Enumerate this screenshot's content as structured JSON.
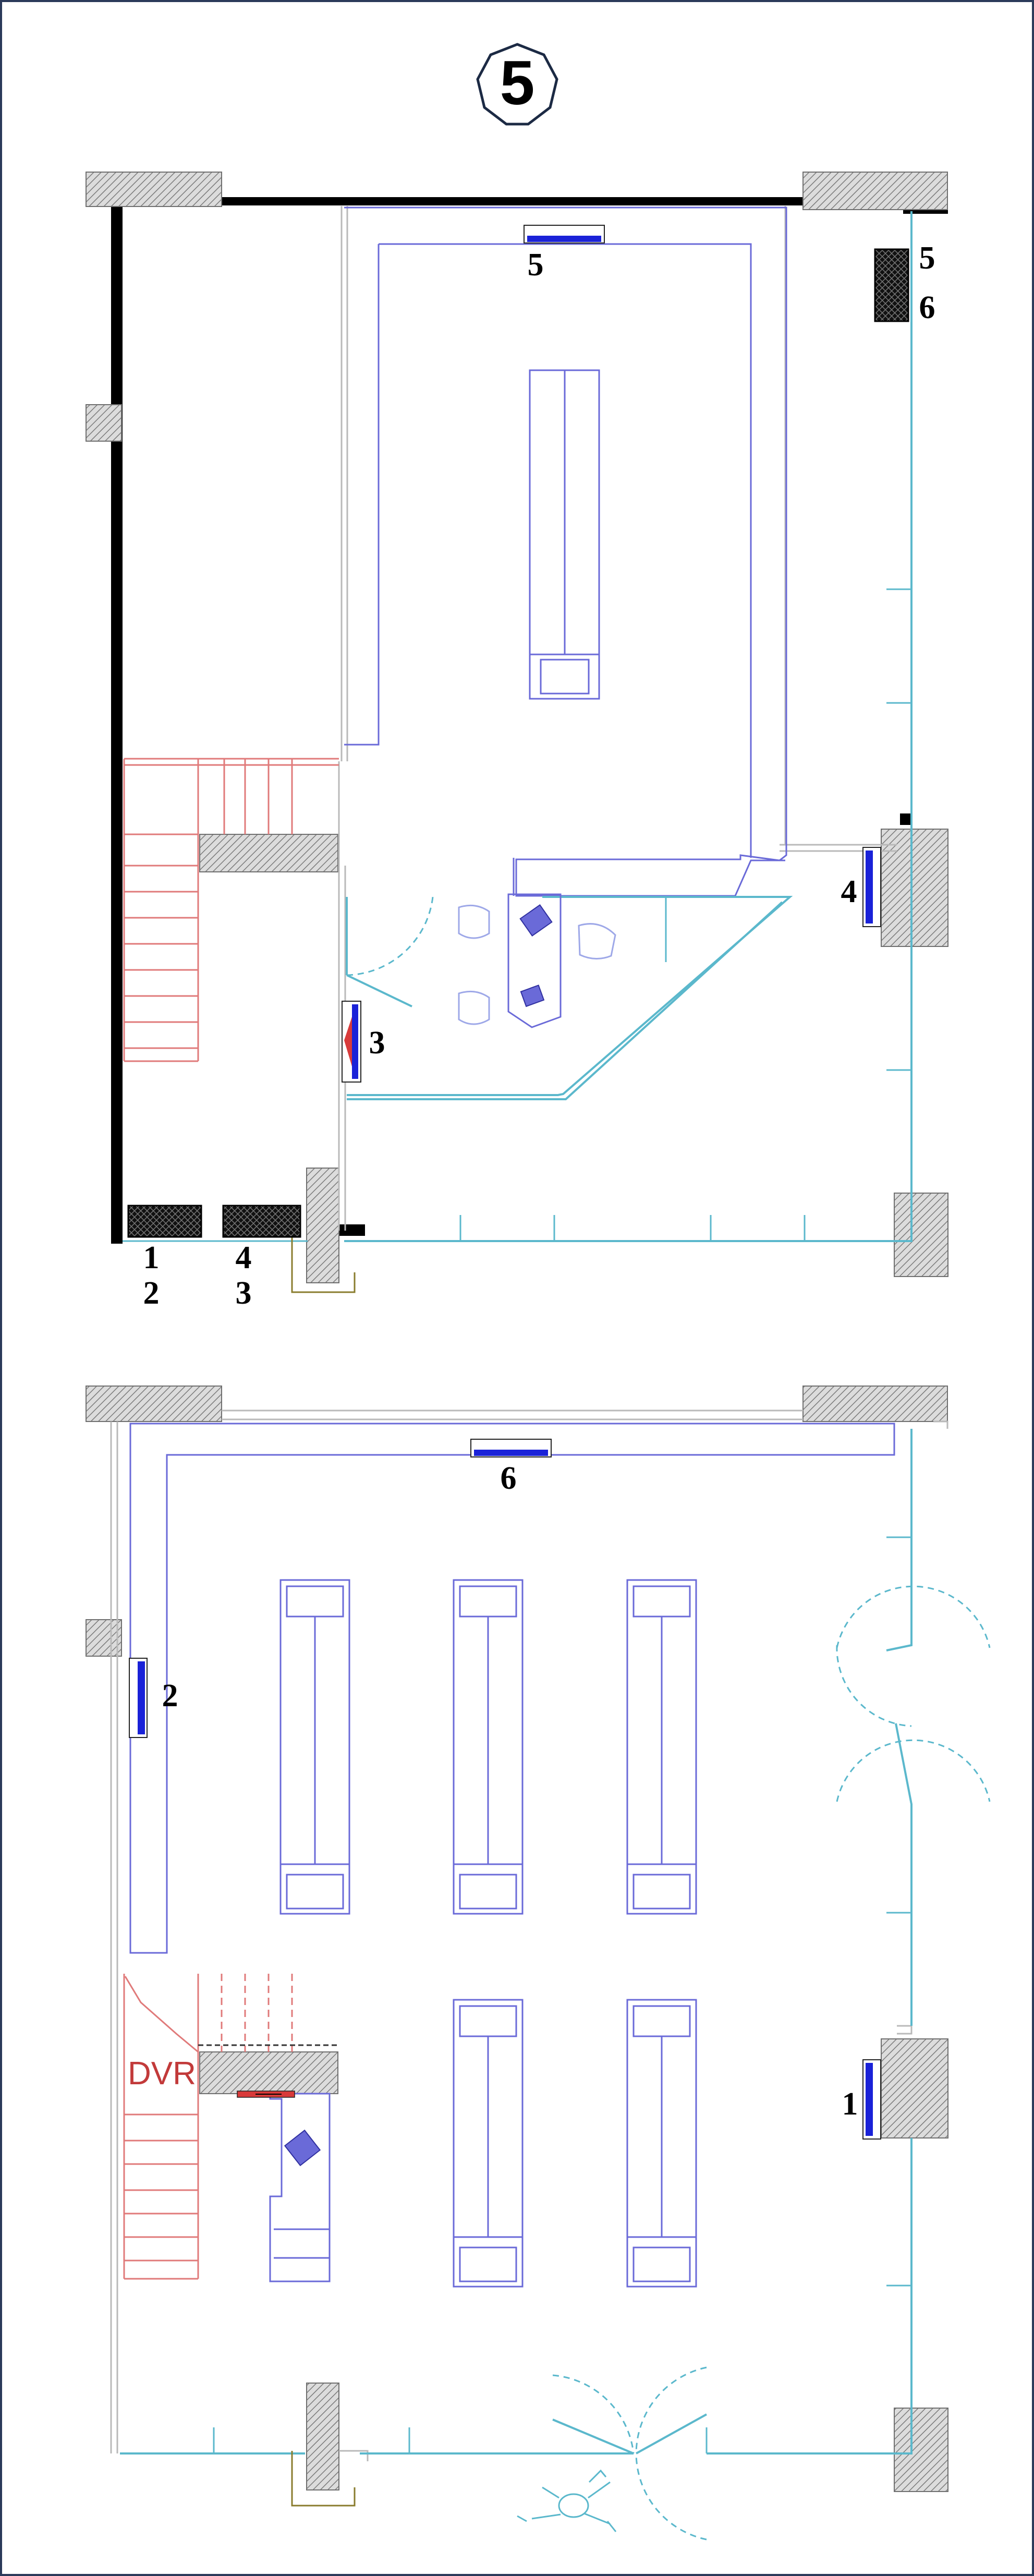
{
  "plan_badge": "5",
  "upper_floor": {
    "camera_labels": {
      "c5": "5",
      "c4": "4",
      "c3": "3"
    },
    "recorder_labels": {
      "r1": "1",
      "r2": "2",
      "r4": "4",
      "r3": "3",
      "r5": "5",
      "r6": "6"
    }
  },
  "lower_floor": {
    "camera_labels": {
      "c6": "6",
      "c2": "2",
      "c1": "1"
    },
    "dvr_label": "DVR"
  },
  "colors": {
    "walls": "#000000",
    "furniture": "#6a6ad8",
    "partitions": "#5bb8cc",
    "stairs": "#e07a7a",
    "camera": "#1a22d8",
    "pillars": "#6f6f6f"
  }
}
